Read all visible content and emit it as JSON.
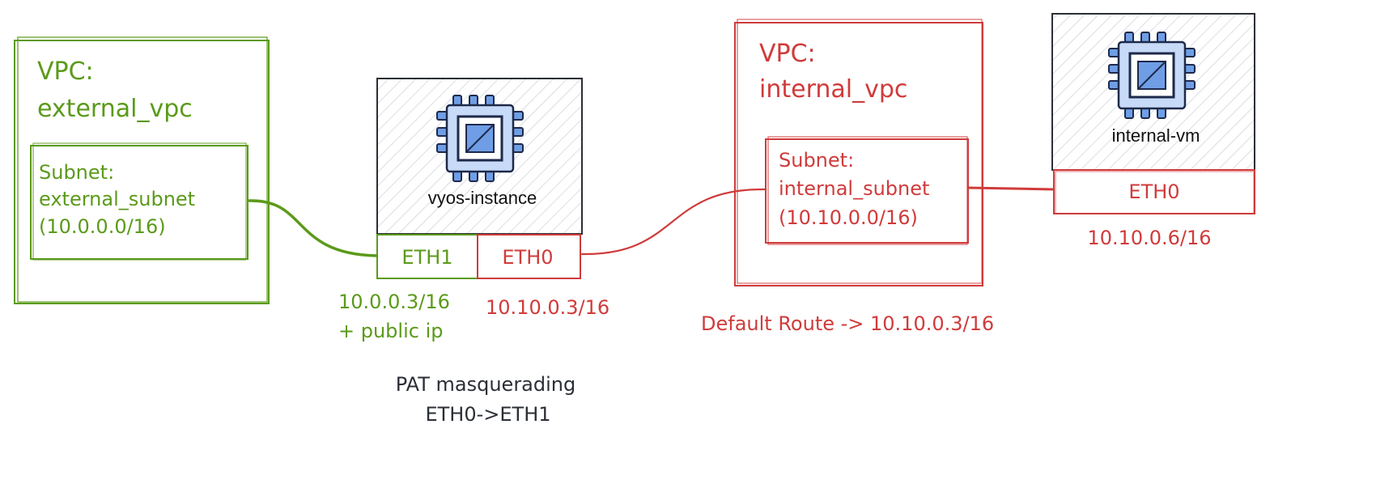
{
  "colors": {
    "green": "#5b9a1a",
    "red": "#d03b3b",
    "dark": "#2b2f36",
    "hatch": "#cfd3d8",
    "chip_fill": "#6f9ee6",
    "chip_light": "#c7daf7",
    "chip_dark": "#1e2a4a"
  },
  "external_vpc": {
    "title_line1": "VPC:",
    "title_line2": "external_vpc",
    "subnet_line1": "Subnet:",
    "subnet_line2": "external_subnet",
    "subnet_line3": "(10.0.0.0/16)"
  },
  "vyos": {
    "name": "vyos-instance",
    "icon": "cpu-chip-icon",
    "eth1_label": "ETH1",
    "eth0_label": "ETH0",
    "eth1_ip": "10.0.0.3/16",
    "eth1_extra": "+ public ip",
    "eth0_ip": "10.10.0.3/16",
    "note_line1": "PAT masquerading",
    "note_line2": "ETH0->ETH1"
  },
  "internal_vpc": {
    "title_line1": "VPC:",
    "title_line2": "internal_vpc",
    "subnet_line1": "Subnet:",
    "subnet_line2": "internal_subnet",
    "subnet_line3": "(10.10.0.0/16)",
    "route": "Default Route -> 10.10.0.3/16"
  },
  "internal_vm": {
    "name": "internal-vm",
    "icon": "cpu-chip-icon",
    "eth0_label": "ETH0",
    "eth0_ip": "10.10.0.6/16"
  }
}
